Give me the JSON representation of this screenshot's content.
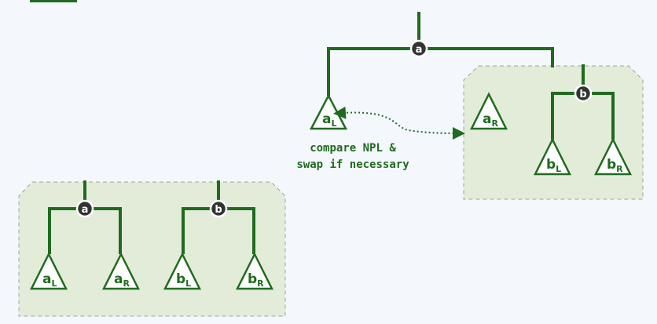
{
  "left_heaps": {
    "heap_a": {
      "root": "a",
      "left": {
        "base": "a",
        "sub": "L"
      },
      "right": {
        "base": "a",
        "sub": "R"
      }
    },
    "heap_b": {
      "root": "b",
      "left": {
        "base": "b",
        "sub": "L"
      },
      "right": {
        "base": "b",
        "sub": "R"
      }
    }
  },
  "merged": {
    "root": "a",
    "left": {
      "base": "a",
      "sub": "L"
    },
    "right_group": {
      "leaf": {
        "base": "a",
        "sub": "R"
      },
      "node": "b",
      "left": {
        "base": "b",
        "sub": "L"
      },
      "right": {
        "base": "b",
        "sub": "R"
      }
    }
  },
  "caption": {
    "line1": "compare NPL &",
    "line2": "swap if necessary"
  },
  "colors": {
    "edge": "#1f6b1f",
    "panel_fill": "#e3ecd9",
    "panel_border": "#9aa895",
    "node_fill": "#333333",
    "background": "#f4f7fb"
  }
}
